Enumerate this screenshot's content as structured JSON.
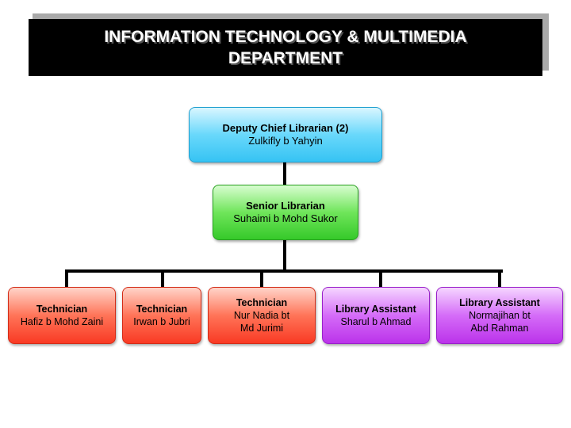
{
  "title": "INFORMATION TECHNOLOGY & MULTIMEDIA\nDEPARTMENT",
  "nodes": {
    "deputy": {
      "role": "Deputy Chief Librarian (2)",
      "person": "Zulkifly b Yahyin",
      "color": "#36c3f3"
    },
    "senior": {
      "role": "Senior Librarian",
      "person": "Suhaimi b Mohd Sukor",
      "color": "#36c92a"
    },
    "tech1": {
      "role": "Technician",
      "person": "Hafiz b Mohd Zaini",
      "color": "#f93a24"
    },
    "tech2": {
      "role": "Technician",
      "person": "Irwan b Jubri",
      "color": "#f93a24"
    },
    "tech3": {
      "role": "Technician",
      "person": "Nur Nadia bt\nMd Jurimi",
      "color": "#f93a24"
    },
    "la1": {
      "role": "Library Assistant",
      "person": "Sharul b Ahmad",
      "color": "#bb33ea"
    },
    "la2": {
      "role": "Library Assistant",
      "person": "Normajihan bt\nAbd Rahman",
      "color": "#bb33ea"
    }
  }
}
